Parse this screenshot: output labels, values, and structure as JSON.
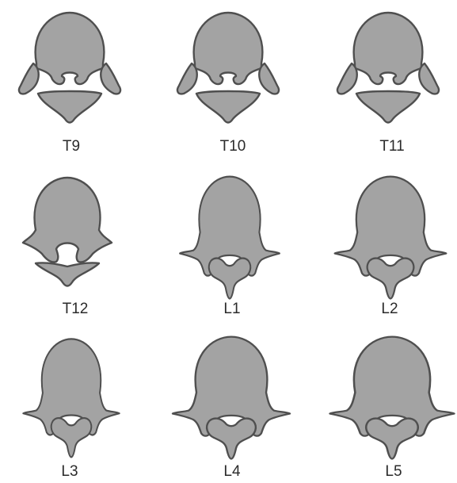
{
  "vertebrae": [
    {
      "label": "T9"
    },
    {
      "label": "T10"
    },
    {
      "label": "T11"
    },
    {
      "label": "T12"
    },
    {
      "label": "L1"
    },
    {
      "label": "L2"
    },
    {
      "label": "L3"
    },
    {
      "label": "L4"
    },
    {
      "label": "L5"
    }
  ],
  "colors": {
    "bone_fill": "#a3a3a3",
    "bone_outline": "#4f4f4f",
    "label_text": "#2b2b2b",
    "background": "#ffffff"
  }
}
